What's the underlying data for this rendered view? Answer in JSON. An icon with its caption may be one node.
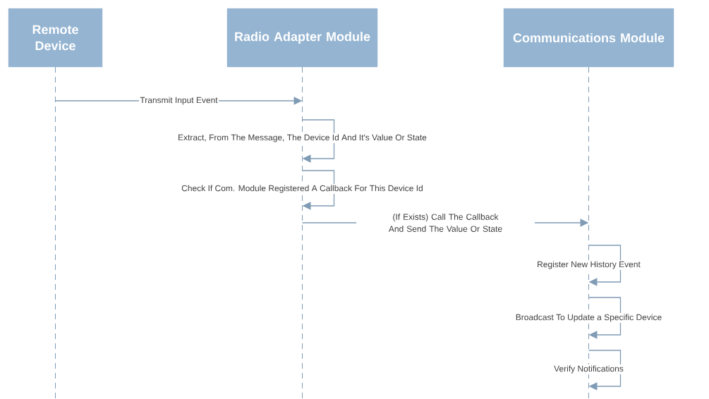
{
  "diagram": {
    "nodes": [
      {
        "text": [
          "Remote Device"
        ]
      },
      {
        "text": [
          "Radio Adapter Module"
        ]
      },
      {
        "text": [
          "Communications Module"
        ]
      }
    ],
    "edges": [
      {
        "from": 0,
        "to": 1,
        "arrow": "to",
        "label": "Transmit Input Event"
      },
      {
        "from": 1,
        "to": 1,
        "arrow": "to",
        "label": "Extract, From The Message, The Device Id And It's Value Or State"
      },
      {
        "from": 1,
        "to": 1,
        "arrow": "to",
        "label": "Check If Com. Module Registered A Callback For This Device Id"
      },
      {
        "from": 1,
        "to": 2,
        "arrow": "to",
        "label": "(If Exists) Call The Callback And Send The Value Or State"
      },
      {
        "from": 2,
        "to": 2,
        "arrow": "to",
        "label": "Register New History Event"
      },
      {
        "from": 2,
        "to": 2,
        "arrow": "to",
        "label": "Broadcast To Update a Specific Device"
      },
      {
        "from": 2,
        "to": 2,
        "arrow": "to",
        "label": "Verify Notifications"
      }
    ]
  }
}
